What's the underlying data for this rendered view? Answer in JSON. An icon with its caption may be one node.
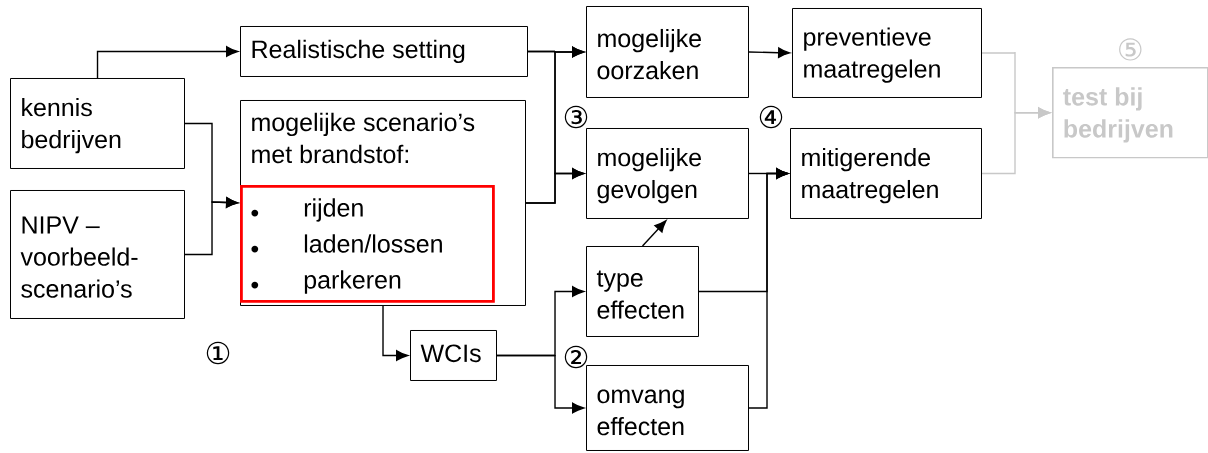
{
  "diagram": {
    "nodes": [
      {
        "text": [
          "kennis bedrijven"
        ]
      },
      {
        "text": [
          "NIPV – voorbeeld-scenario’s"
        ]
      },
      {
        "text": [
          "Realistische setting"
        ]
      },
      {
        "text": [
          "mogelijke scenario’s met brandstof:"
        ]
      },
      {
        "text": [
          "rijden",
          "laden/lossen",
          "parkeren"
        ],
        "in": 3
      },
      {
        "text": [
          "WCIs"
        ]
      },
      {
        "text": [
          "mogelijke oorzaken"
        ]
      },
      {
        "text": [
          "mogelijke gevolgen"
        ]
      },
      {
        "text": [
          "type effecten"
        ]
      },
      {
        "text": [
          "omvang effecten"
        ]
      },
      {
        "text": [
          "preventieve maatregelen"
        ]
      },
      {
        "text": [
          "mitigerende maatregelen"
        ]
      },
      {
        "text": [
          "test bij bedrijven"
        ],
        "beside": [
          "⑤"
        ]
      }
    ],
    "edges": [
      {
        "from": 0,
        "to": 2,
        "arrow": "to"
      },
      {
        "from": 0,
        "to": 3,
        "arrow": "to"
      },
      {
        "from": 1,
        "to": 3,
        "arrow": "to"
      },
      {
        "from": 2,
        "to": 6,
        "arrow": "to"
      },
      {
        "from": 2,
        "to": 7,
        "arrow": "to"
      },
      {
        "from": 3,
        "to": 6,
        "arrow": "to"
      },
      {
        "from": 3,
        "to": 7,
        "arrow": "to"
      },
      {
        "from": 3,
        "to": 5,
        "arrow": "to"
      },
      {
        "from": 5,
        "to": 8,
        "arrow": "to"
      },
      {
        "from": 5,
        "to": 9,
        "arrow": "to"
      },
      {
        "from": 8,
        "to": 7,
        "arrow": "to"
      },
      {
        "from": 6,
        "to": 10,
        "arrow": "to"
      },
      {
        "from": 7,
        "to": 11,
        "arrow": "to"
      },
      {
        "from": 8,
        "to": 11,
        "arrow": "to"
      },
      {
        "from": 9,
        "to": 11,
        "arrow": "to"
      },
      {
        "from": 10,
        "to": 12,
        "arrow": "to",
        "color": "#c8c8c8"
      },
      {
        "from": 11,
        "to": 12,
        "arrow": "to",
        "color": "#c8c8c8"
      }
    ],
    "labels": [
      "③",
      "④",
      "①",
      "②"
    ]
  }
}
